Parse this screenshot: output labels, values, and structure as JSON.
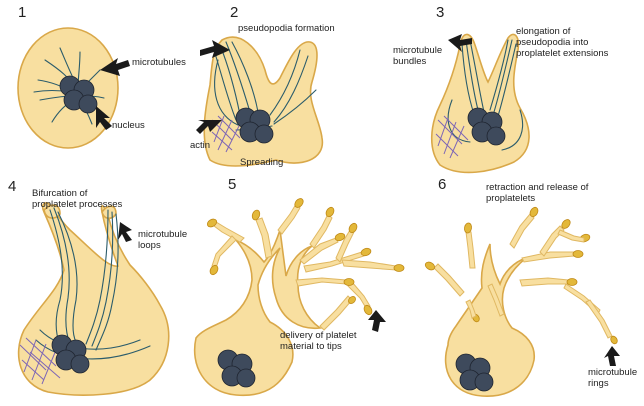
{
  "steps": [
    {
      "number": "1"
    },
    {
      "number": "2"
    },
    {
      "number": "3"
    },
    {
      "number": "4"
    },
    {
      "number": "5"
    },
    {
      "number": "6"
    }
  ],
  "labels": {
    "microtubules": "microtubules",
    "nucleus": "nucleus",
    "pseudopodia_formation": "pseudopodia formation",
    "actin": "actin",
    "spreading": "Spreading",
    "microtubule_bundles": "microtubule\nbundles",
    "elongation": "elongation of\npseudopodia into\nproplatelet extensions",
    "bifurcation": "Bifurcation of\nproplatelet processes",
    "microtubule_loops": "microtubule\nloops",
    "delivery": "delivery of platelet\nmaterial to tips",
    "retraction": "retraction and release of\nproplatelets",
    "microtubule_rings": "microtubule\nrings"
  },
  "colors": {
    "cytoplasm": "#f8dfa0",
    "microtubule": "#2b5c6b",
    "actin": "#7d66b6",
    "nucleus": "#3e4a5c",
    "tip": "#e3b83a"
  }
}
